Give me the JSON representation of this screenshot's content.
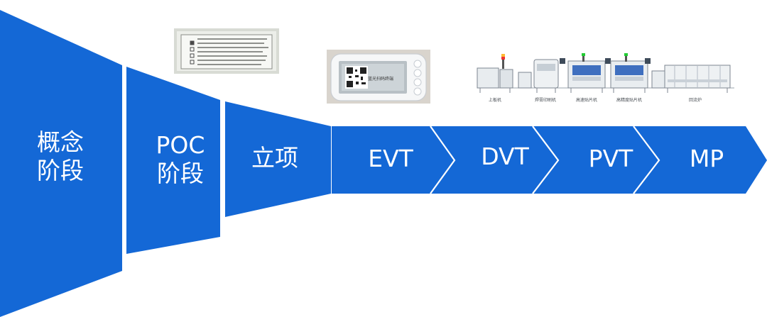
{
  "colors": {
    "primary_blue": "#1468d6",
    "arrow_divider": "#ffffff",
    "label_text": "#ffffff"
  },
  "funnel_stages": [
    {
      "line1": "概念",
      "line2": "阶段"
    },
    {
      "line1": "POC",
      "line2": "阶段"
    },
    {
      "line1": "立项",
      "line2": ""
    }
  ],
  "arrow_stages": [
    "EVT",
    "DVT",
    "PVT",
    "MP"
  ],
  "images": {
    "eink_panel": {
      "title": "E-ink display prototype",
      "icon": "eink-screen-prototype"
    },
    "qr_device": {
      "screen_text": "蓝光扫码终端",
      "icon": "handheld-qr-device"
    },
    "smt_line": {
      "icon": "smt-production-line",
      "machines": [
        "上板机",
        "焊膏印刷机",
        "高速贴片机",
        "高精度贴片机",
        "回流炉"
      ]
    }
  }
}
